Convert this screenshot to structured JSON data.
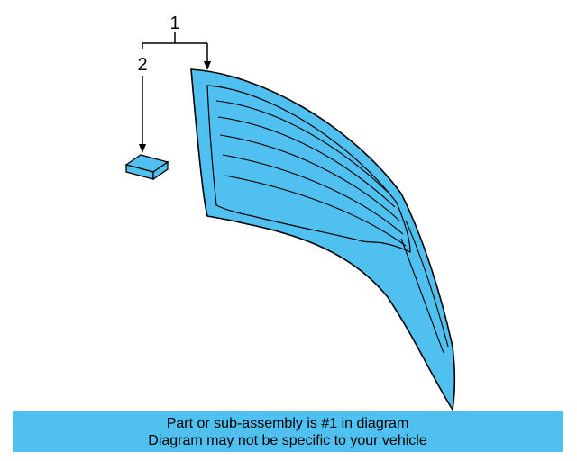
{
  "callouts": {
    "one": "1",
    "two": "2"
  },
  "parts": [
    {
      "callout": "1",
      "icon": "back-glass-icon"
    },
    {
      "callout": "2",
      "icon": "clip-block-icon"
    }
  ],
  "banner": {
    "line1": "Part or sub-assembly is #1 in diagram",
    "line2": "Diagram may not be specific to your vehicle"
  },
  "colors": {
    "part_fill": "#4fc0f0",
    "banner_bg": "#4fc0f0",
    "line": "#000000"
  }
}
